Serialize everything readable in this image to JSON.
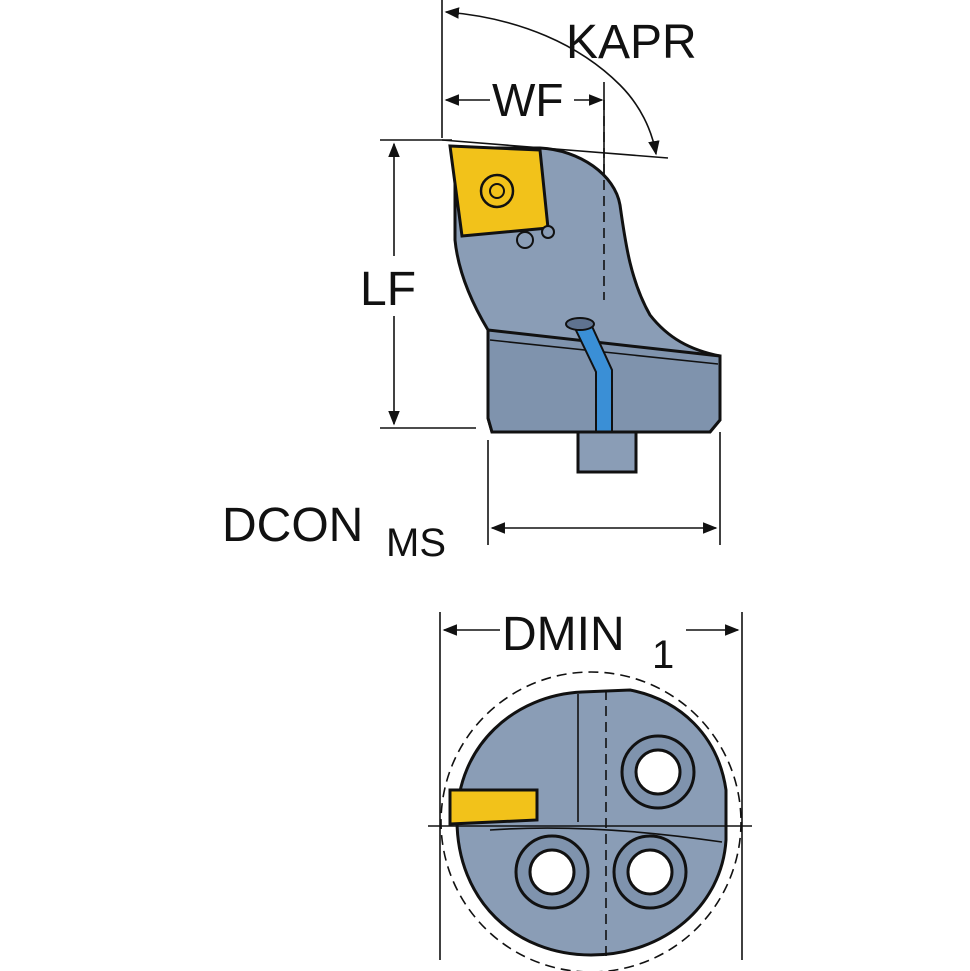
{
  "labels": {
    "kapr": "KAPR",
    "wf": "WF",
    "lf": "LF",
    "dcon": "DCON",
    "dcon_sub": "MS",
    "dmin": "DMIN",
    "dmin_sub": "1"
  },
  "colors": {
    "body": "#8a9db6",
    "body_dark": "#5f7390",
    "insert": "#f2c21a",
    "coolant": "#3a8fd6",
    "line": "#111111"
  }
}
